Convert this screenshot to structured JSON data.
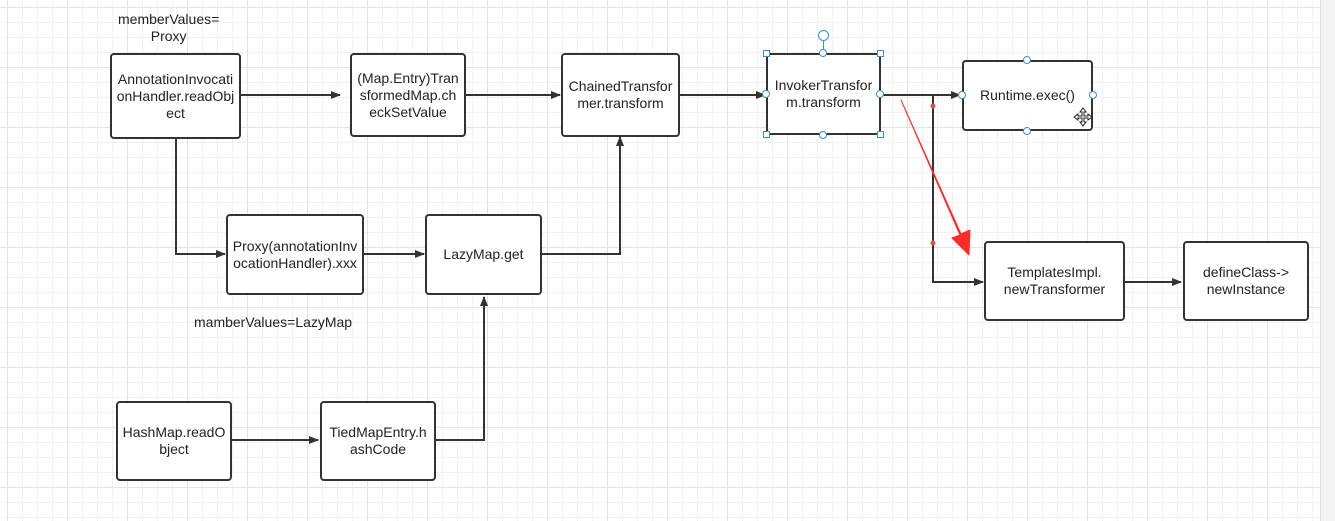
{
  "nodes": {
    "annotation_read": "AnnotationInvocationHandler.readObject",
    "map_entry": "(Map.Entry)TransformedMap.checkSetValue",
    "chained": "ChainedTransformer.transform",
    "invoker": "InvokerTransform.transform",
    "runtime": "Runtime.exec()",
    "proxy": "Proxy(annotationInvocationHandler).xxx",
    "lazymap": "LazyMap.get",
    "templates_a": "TemplatesImpl.",
    "templates_b": "newTransformer",
    "defineclass_a": "defineClass->",
    "defineclass_b": "newInstance",
    "hashmap": "HashMap.readObject",
    "tied": "TiedMapEntry.hashCode"
  },
  "labels": {
    "member_proxy_1": "memberValues=",
    "member_proxy_2": "Proxy",
    "member_lazymap": "mamberValues=LazyMap"
  },
  "colors": {
    "line": "#333333",
    "highlight_arrow": "#ff2a2a",
    "selection": "#3c8dd6"
  },
  "icons": {
    "move_cursor": "move-cursor-icon"
  }
}
